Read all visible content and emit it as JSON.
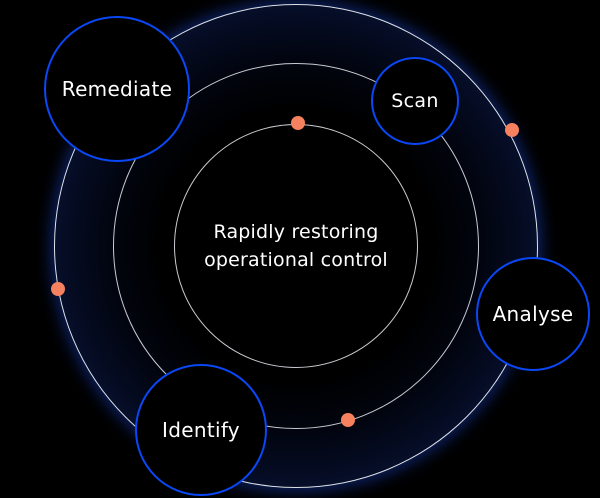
{
  "diagram": {
    "center_label": {
      "line1": "Rapidly restoring",
      "line2": "operational control"
    },
    "nodes": [
      {
        "id": "remediate",
        "label": "Remediate",
        "ring": "outer",
        "position": "top-left"
      },
      {
        "id": "scan",
        "label": "Scan",
        "ring": "middle",
        "position": "top-right"
      },
      {
        "id": "analyse",
        "label": "Analyse",
        "ring": "outer",
        "position": "right"
      },
      {
        "id": "identify",
        "label": "Identify",
        "ring": "between-middle-and-outer",
        "position": "bottom-left"
      }
    ],
    "markers": [
      {
        "position": "inner-ring-top"
      },
      {
        "position": "outer-ring-upper-right"
      },
      {
        "position": "outer-ring-left"
      },
      {
        "position": "middle-ring-bottom"
      }
    ],
    "rings": {
      "count": 3
    },
    "colors": {
      "background": "#000000",
      "glow_rim_blue": "#2254f8",
      "node_border_blue": "#0a47f5",
      "ring_stroke": "#ebeff5",
      "marker_coral": "#f5815f",
      "text_white": "#ffffff"
    }
  }
}
